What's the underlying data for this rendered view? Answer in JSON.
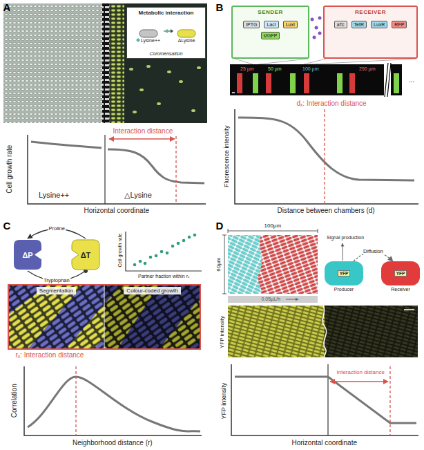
{
  "diagram": {
    "nodes": [
      {
        "text": [
          "Metabolic interaction",
          "Lysine++",
          "ΔLysine",
          "Commensalism"
        ]
      },
      {
        "text": [
          "SENDER",
          "IPTG",
          "LacI",
          "LuxI",
          "sfGFP"
        ]
      },
      {
        "text": [
          "RECEIVER",
          "aTc",
          "TetR",
          "LuxR",
          "RFP"
        ]
      },
      {
        "text": [
          "ΔP"
        ]
      },
      {
        "text": [
          "ΔT"
        ]
      },
      {
        "text": [
          "Segmentation"
        ]
      },
      {
        "text": [
          "Colour-coded growth"
        ]
      },
      {
        "text": [
          "YFP",
          "Producer"
        ]
      },
      {
        "text": [
          "YFP",
          "Receiver"
        ]
      }
    ],
    "edges": [
      {
        "from": 4,
        "to": 3,
        "label": "Proline",
        "arrow": "to"
      },
      {
        "from": 3,
        "to": 4,
        "label": "Tryptophan",
        "arrow": "to"
      },
      {
        "from": 7,
        "to": 8,
        "label": "Diffusion",
        "arrow": "to"
      }
    ],
    "labels": [
      "A",
      "B",
      "C",
      "D",
      "Cell growth rate",
      "Lysine++",
      "△Lysine",
      "Interaction distance",
      "Horizontal coordinate",
      "25 µm",
      "50 µm",
      "100 µm",
      "250 µm",
      "...",
      "dₓ: Interaction distance",
      "Fluorescence intensity",
      "Distance between chambers (d)",
      "Cell growth rate",
      "Partner fraction within rₓ",
      "rₓ: Interaction distance",
      "Correlation",
      "Neighborhood distance (r)",
      "100µm",
      "60µm",
      "0.05µL/h",
      "Signal production",
      "YFP intensity",
      "YFP intensity",
      "Interaction distance",
      "Horizontal coordinate"
    ]
  }
}
